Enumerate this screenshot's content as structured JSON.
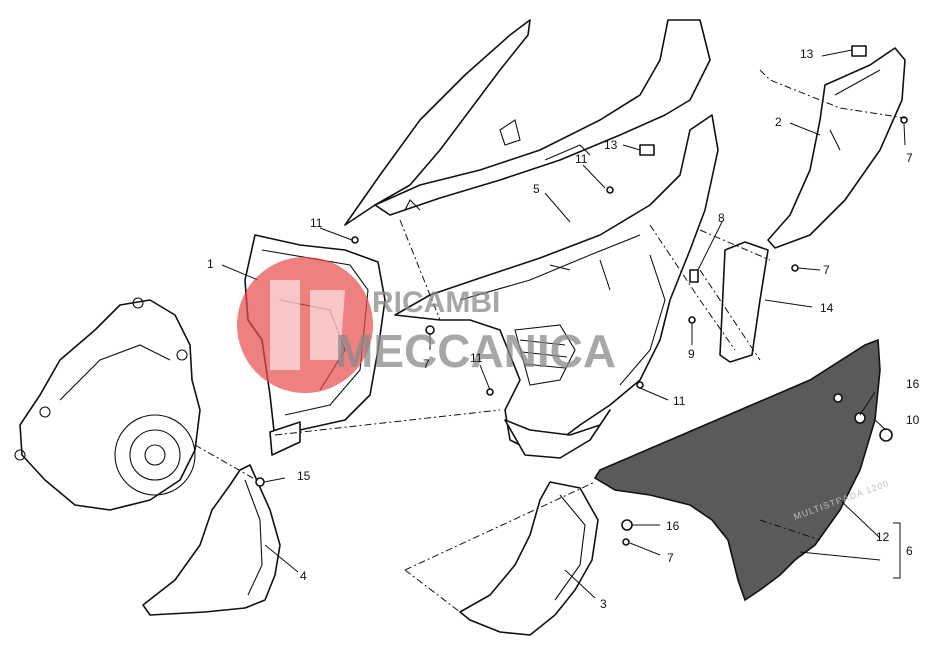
{
  "watermark": {
    "line1": "RICAMBI",
    "line2": "MECCANICA",
    "logo_color": "#e84a4a",
    "text_color": "#8a8a8a"
  },
  "decal_text": "MULTISTRADA 1200",
  "callouts": {
    "c1": "1",
    "c2": "2",
    "c3": "3",
    "c4": "4",
    "c5": "5",
    "c6": "6",
    "c7a": "7",
    "c7b": "7",
    "c7c": "7",
    "c7d": "7",
    "c8": "8",
    "c9": "9",
    "c10": "10",
    "c11a": "11",
    "c11b": "11",
    "c11c": "11",
    "c11d": "11",
    "c12": "12",
    "c13a": "13",
    "c13b": "13",
    "c14": "14",
    "c15": "15",
    "c16a": "16",
    "c16b": "16"
  },
  "colors": {
    "line": "#111111",
    "fill_dark_panel": "#5a5a5a",
    "background": "#ffffff"
  }
}
